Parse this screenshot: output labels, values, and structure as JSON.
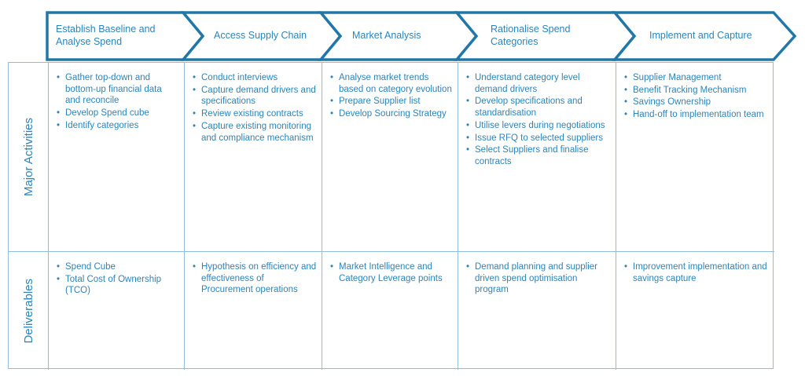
{
  "colors": {
    "accent": "#2178a8",
    "text": "#2b84ba",
    "grid": "#8fbdda"
  },
  "phases": [
    {
      "label": "Establish Baseline and Analyse Spend"
    },
    {
      "label": "Access Supply Chain"
    },
    {
      "label": "Market Analysis"
    },
    {
      "label": "Rationalise Spend Categories"
    },
    {
      "label": "Implement and Capture"
    }
  ],
  "rows": [
    {
      "label": "Major Activities",
      "cells": [
        {
          "items": [
            "Gather top-down and bottom-up financial data and reconcile",
            "Develop Spend cube",
            "Identify categories"
          ]
        },
        {
          "items": [
            "Conduct interviews",
            "Capture demand drivers and specifications",
            "Review existing contracts",
            "Capture existing monitoring and compliance mechanism"
          ]
        },
        {
          "items": [
            "Analyse market trends based on category evolution",
            "Prepare Supplier list",
            "Develop Sourcing Strategy"
          ]
        },
        {
          "items": [
            "Understand category level demand drivers",
            "Develop specifications and standardisation",
            "Utilise levers during negotiations",
            "Issue RFQ to selected suppliers",
            "Select Suppliers and finalise contracts"
          ]
        },
        {
          "items": [
            "Supplier Management",
            "Benefit Tracking Mechanism",
            "Savings Ownership",
            "Hand-off to implementation team"
          ]
        }
      ]
    },
    {
      "label": "Deliverables",
      "cells": [
        {
          "items": [
            "Spend Cube",
            "Total Cost of Ownership (TCO)"
          ]
        },
        {
          "items": [
            "Hypothesis on efficiency and effectiveness of Procurement operations"
          ]
        },
        {
          "items": [
            "Market Intelligence and Category Leverage points"
          ]
        },
        {
          "items": [
            "Demand planning and supplier driven spend optimisation program"
          ]
        },
        {
          "items": [
            "Improvement implementation and savings capture"
          ]
        }
      ]
    }
  ]
}
